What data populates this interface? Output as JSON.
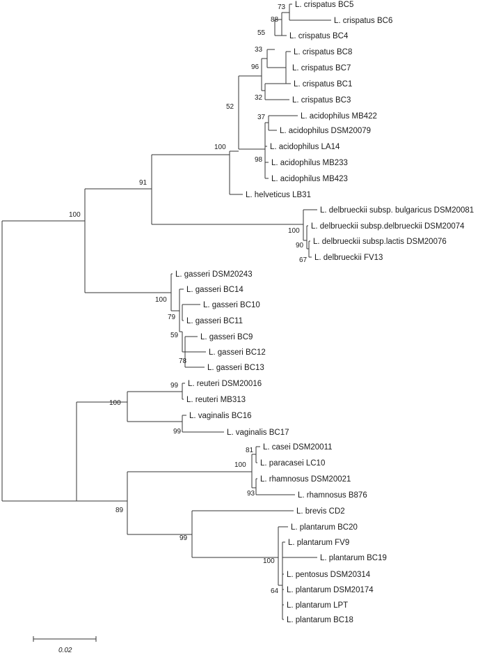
{
  "taxa": [
    "L. crispatus BC5",
    "L. crispatus BC6",
    "L. crispatus BC4",
    "L. crispatus BC8",
    "L. crispatus BC7",
    "L. crispatus BC1",
    "L. crispatus BC3",
    "L. acidophilus MB422",
    "L. acidophilus DSM20079",
    "L. acidophilus LA14",
    "L. acidophilus MB233",
    "L. acidophilus MB423",
    "L. helveticus LB31",
    "L. delbrueckii subsp. bulgaricus DSM20081",
    "L. delbrueckii subsp.delbrueckii DSM20074",
    "L. delbrueckii subsp.lactis DSM20076",
    "L. delbrueckii FV13",
    "L. gasseri DSM20243",
    "L. gasseri BC14",
    "L. gasseri BC10",
    "L. gasseri BC11",
    "L. gasseri BC9",
    "L. gasseri BC12",
    "L. gasseri BC13",
    "L. reuteri DSM20016",
    "L. reuteri MB313",
    "L. vaginalis BC16",
    "L. vaginalis BC17",
    "L. casei DSM20011",
    "L. paracasei LC10",
    "L. rhamnosus DSM20021",
    "L. rhamnosus B876",
    "L. brevis CD2",
    "L. plantarum BC20",
    "L. plantarum FV9",
    "L. plantarum BC19",
    "L. pentosus DSM20314",
    "L. plantarum DSM20174",
    "L. plantarum LPT",
    "L. plantarum BC18"
  ],
  "bootstrap_values": [
    "73",
    "88",
    "55",
    "33",
    "96",
    "32",
    "37",
    "98",
    "52",
    "100",
    "91",
    "100",
    "100",
    "90",
    "67",
    "100",
    "79",
    "59",
    "78",
    "99",
    "100",
    "99",
    "81",
    "100",
    "93",
    "89",
    "99",
    "100",
    "64"
  ],
  "scale_bar": {
    "label": "0.02"
  }
}
